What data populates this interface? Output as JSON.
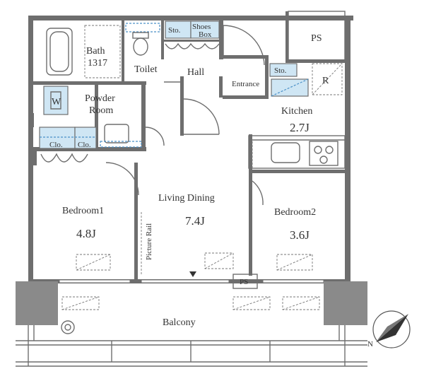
{
  "rooms": {
    "bath": {
      "name": "Bath",
      "size": "1317"
    },
    "toilet": "Toilet",
    "hall": "Hall",
    "entrance": "Entrance",
    "powder_room": {
      "line1": "Powder",
      "line2": "Room"
    },
    "washer": "W",
    "kitchen": {
      "name": "Kitchen",
      "size": "2.7J"
    },
    "refrigerator": "R",
    "living_dining": {
      "name": "Living Dining",
      "size": "7.4J"
    },
    "bedroom1": {
      "name": "Bedroom1",
      "size": "4.8J"
    },
    "bedroom2": {
      "name": "Bedroom2",
      "size": "3.6J"
    },
    "balcony": "Balcony",
    "picture_rail": "Picture Rail"
  },
  "storage": {
    "sto_hall": "Sto.",
    "shoes_box": {
      "line1": "Shoes",
      "line2": "Box"
    },
    "sto_kitchen": "Sto.",
    "clo1": "Clo.",
    "clo2": "Clo."
  },
  "shafts": {
    "ps_top": "PS",
    "ps_bottom": "PS"
  },
  "compass": {
    "north": "N"
  }
}
